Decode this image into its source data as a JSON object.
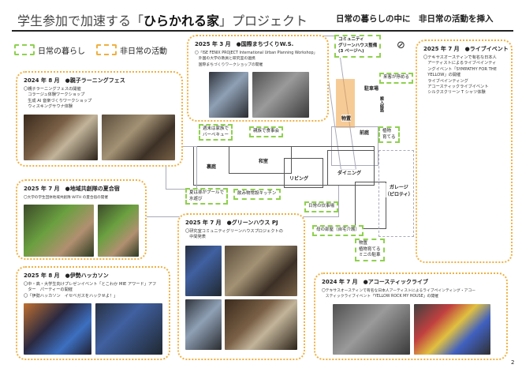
{
  "header": {
    "title_pre": "学生参加で加速する「",
    "title_bold": "ひらかれる家",
    "title_post": "」プロジェクト",
    "subtitle": "日常の暮らしの中に　非日常の活動を挿入"
  },
  "legend": {
    "daily": "日常の暮らし",
    "extra": "非日常の活動",
    "colors": {
      "daily": "#8fd14f",
      "extra": "#f0b040"
    }
  },
  "cards": [
    {
      "head": "2024 年 8 月　●親子ラーニングフェス",
      "lines": [
        "〇親子ラーニングフェスの開催",
        "　コラージュ体験ワークショップ",
        "　生成 AI 音楽づくりワークショップ",
        "　ウィスキングサウナ体験"
      ]
    },
    {
      "head": "2025 年 3 月　●国際まちづくりW.S.",
      "lines": [
        "〇「ISE FENIX PROJECT International Urban Planning Workshop」",
        "　外国の大学の教員と研究室の連携",
        "　国際まちづくりワークショップの開催"
      ]
    },
    {
      "head": "2025 年 7 月　●ライブイベント",
      "lines": [
        "〇テキサスオースティンで有名な日本人",
        "　アーティストによるライブペインティ",
        "　ングイベント「SYMPATHY FOR THE",
        "　YELLOW」の開催",
        "　ライブペインティング",
        "　アコースティックライブイベント",
        "　シルクスクリーン T シャツ体験"
      ]
    },
    {
      "head": "2025 年 7 月　●地域共創隊の夏合宿",
      "lines": [
        "〇大学の学生団体地域共創隊 WITH の夏合宿の開催"
      ]
    },
    {
      "head": "2025 年 8 月　●伊勢ハッカソン",
      "lines": [
        "〇中・高・大学生向けプレゼンイベント「とこわか MIE アワード」アフ",
        "　ター　パーティーの開催",
        "〇「伊勢ハッカソン　イセベガスをハックせよ！」"
      ]
    },
    {
      "head": "2025 年 7 月　●グリーンハウス PJ",
      "lines": [
        "〇研究室コミュニティグリーンハウスプロジェクトの",
        "　中間発表"
      ]
    },
    {
      "head": "2024 年 7 月　●アコースティックライブ",
      "lines": [
        "〇テキサスオースティンで有名な日本人アーティストによるライブペインティング・アコー",
        "　スティックライブイベント「YELLOW ROCK MY HOUSE」の開催"
      ]
    }
  ],
  "daily_labels": {
    "greenhouse": "コミュニティ\nグリーンハウス整備\n(3 ページへ)",
    "guest_parking": "来客が停める",
    "bbq": "週末は家族で\nバーベキュー",
    "family_meal": "親族で食事会",
    "plants": "植物\n育てる",
    "pool": "夏は孫がプールで\n水遊び",
    "kitchen": "飲み物常設キッチン",
    "daily_cooking": "日常の炊事場",
    "mother_room": "母の部屋（自宅介護）",
    "storage": "物置\n植物育てる\nミニの駐車"
  },
  "map_labels": {
    "parking": "駐車場",
    "route": "搬入経路",
    "storage": "物置",
    "front_garden": "前庭",
    "washitsu": "和室",
    "back_garden": "裏庭",
    "living": "リビング",
    "dining": "ダイニング",
    "garage": "ガレージ\n（ピロティ）"
  },
  "page_number": "2"
}
